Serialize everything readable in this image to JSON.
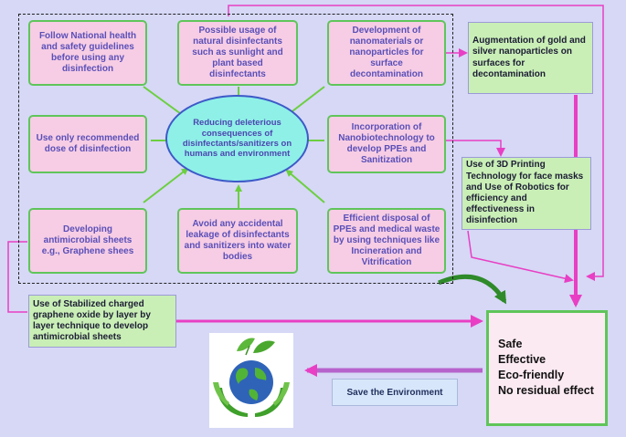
{
  "boxes": {
    "follow_guidelines": "Follow National health and safety guidelines before using any disinfection",
    "natural_disinfectants": "Possible usage of natural disinfectants such as sunlight and plant based disinfectants",
    "nanomaterials": "Development of nanomaterials or nanoparticles for surface decontamination",
    "recommended_dose": "Use only recommended dose of disinfection",
    "nanobiotech": "Incorporation of Nanobiotechnology to develop PPEs and Sanitization",
    "antimicrobial_sheets": "Developing antimicrobial sheets e.g., Graphene shees",
    "avoid_leakage": "Avoid any accidental leakage of disinfectants and sanitizers into water bodies",
    "efficient_disposal": "Efficient disposal of PPEs and medical waste by using techniques like Incineration and Vitrification"
  },
  "center": "Reducing deleterious consequences of disinfectants/sanitizers on humans and environment",
  "side_boxes": {
    "gold_silver": "Augmentation of gold and silver nanoparticles on surfaces for decontamination",
    "printing_robotics": "Use of 3D Printing Technology for face masks and Use of Robotics for efficiency and effectiveness in disinfection",
    "graphene_oxide": "Use of Stabilized charged graphene oxide by layer by layer technique to develop antimicrobial sheets"
  },
  "outcome": {
    "line1": "Safe",
    "line2": "Effective",
    "line3": "Eco-friendly",
    "line4": "No residual effect"
  },
  "save_label": "Save the  Environment",
  "colors": {
    "background": "#d6d8f6",
    "pink_box": "#f6cde4",
    "green_box": "#c9efb6",
    "center_ellipse": "#8ff0e8",
    "arrow_green": "#6ccf3f",
    "arrow_magenta": "#e83fc4",
    "arrow_purple": "#b14fc4"
  },
  "icons": {
    "earth": "earth-hands-icon"
  }
}
